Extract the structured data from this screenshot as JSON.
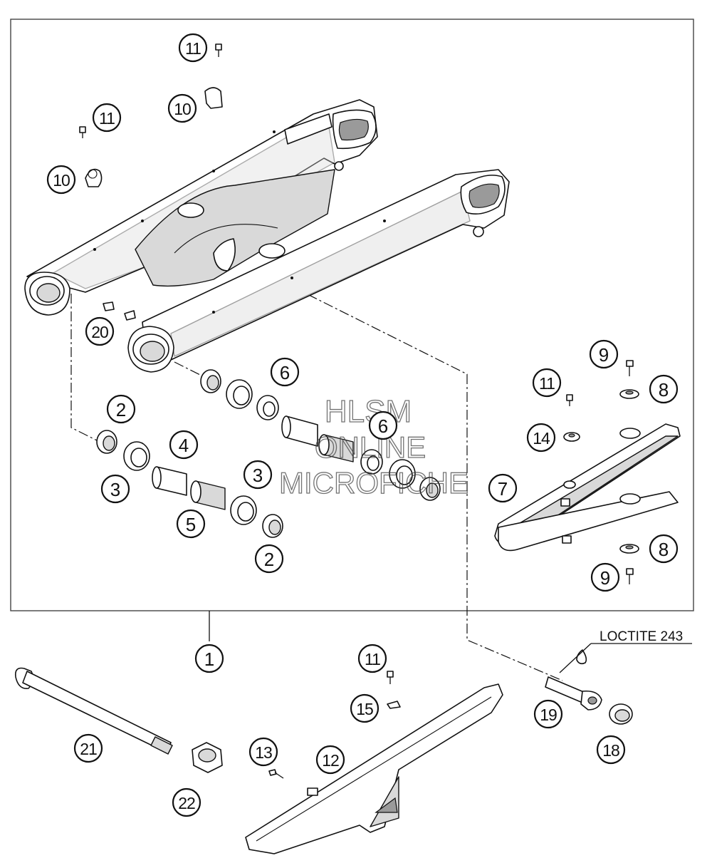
{
  "callouts": [
    {
      "label": "11"
    },
    {
      "label": "10"
    },
    {
      "label": "11"
    },
    {
      "label": "10"
    },
    {
      "label": "20"
    },
    {
      "label": "6"
    },
    {
      "label": "2"
    },
    {
      "label": "4"
    },
    {
      "label": "3"
    },
    {
      "label": "6"
    },
    {
      "label": "3"
    },
    {
      "label": "5"
    },
    {
      "label": "2"
    },
    {
      "label": "9"
    },
    {
      "label": "11"
    },
    {
      "label": "8"
    },
    {
      "label": "14"
    },
    {
      "label": "7"
    },
    {
      "label": "8"
    },
    {
      "label": "9"
    },
    {
      "label": "1"
    },
    {
      "label": "11"
    },
    {
      "label": "15"
    },
    {
      "label": "19"
    },
    {
      "label": "18"
    },
    {
      "label": "21"
    },
    {
      "label": "13"
    },
    {
      "label": "12"
    },
    {
      "label": "22"
    }
  ],
  "note": {
    "text": "LOCTITE 243"
  },
  "watermark": {
    "line1": "HLSM",
    "line2": "ONLINE",
    "line3": "MICROFICHE"
  }
}
